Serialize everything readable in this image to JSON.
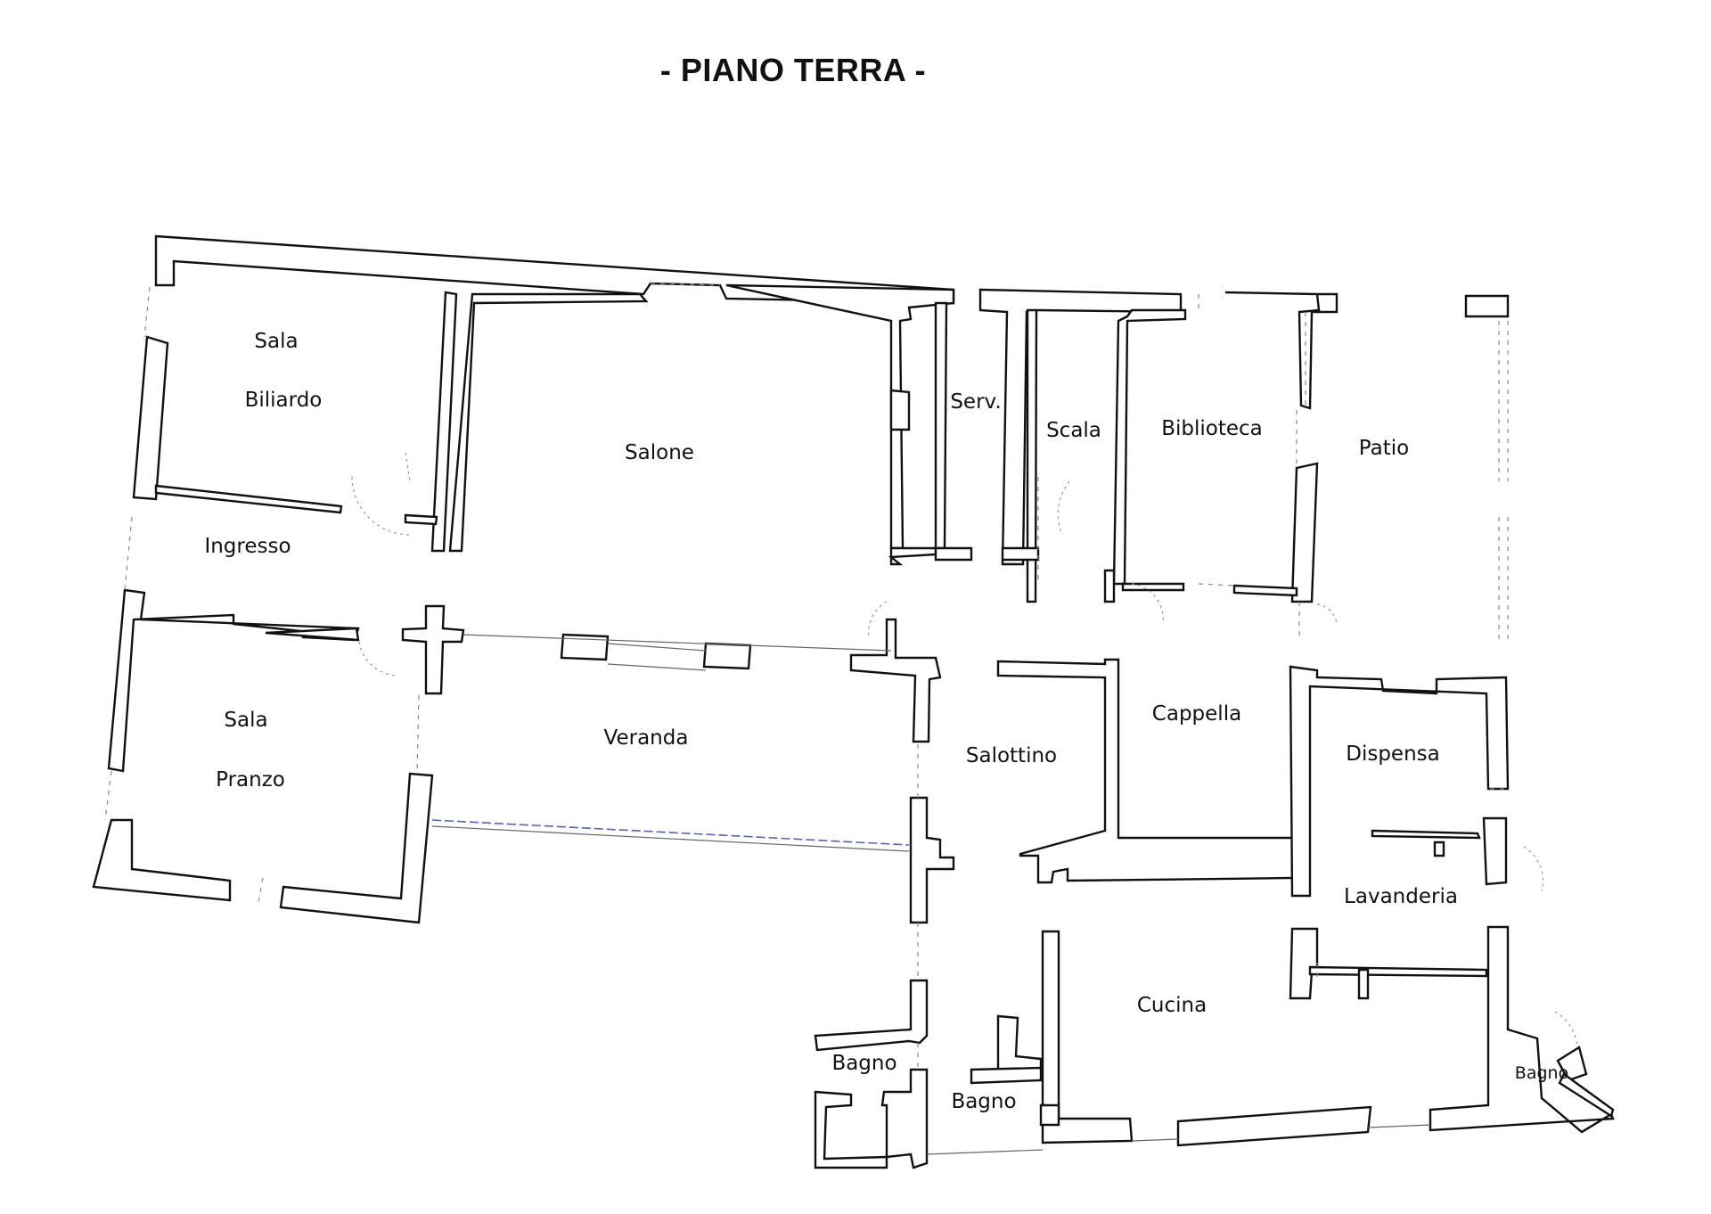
{
  "title": "- PIANO TERRA -",
  "rooms": {
    "sala_biliardo_1": "Sala",
    "sala_biliardo_2": "Biliardo",
    "salone": "Salone",
    "serv": "Serv.",
    "scala": "Scala",
    "biblioteca": "Biblioteca",
    "patio": "Patio",
    "ingresso": "Ingresso",
    "sala_pranzo_1": "Sala",
    "sala_pranzo_2": "Pranzo",
    "veranda": "Veranda",
    "salottino": "Salottino",
    "cappella": "Cappella",
    "dispensa": "Dispensa",
    "lavanderia": "Lavanderia",
    "cucina": "Cucina",
    "bagno_1": "Bagno",
    "bagno_2": "Bagno",
    "bagno_3": "Bagno"
  }
}
